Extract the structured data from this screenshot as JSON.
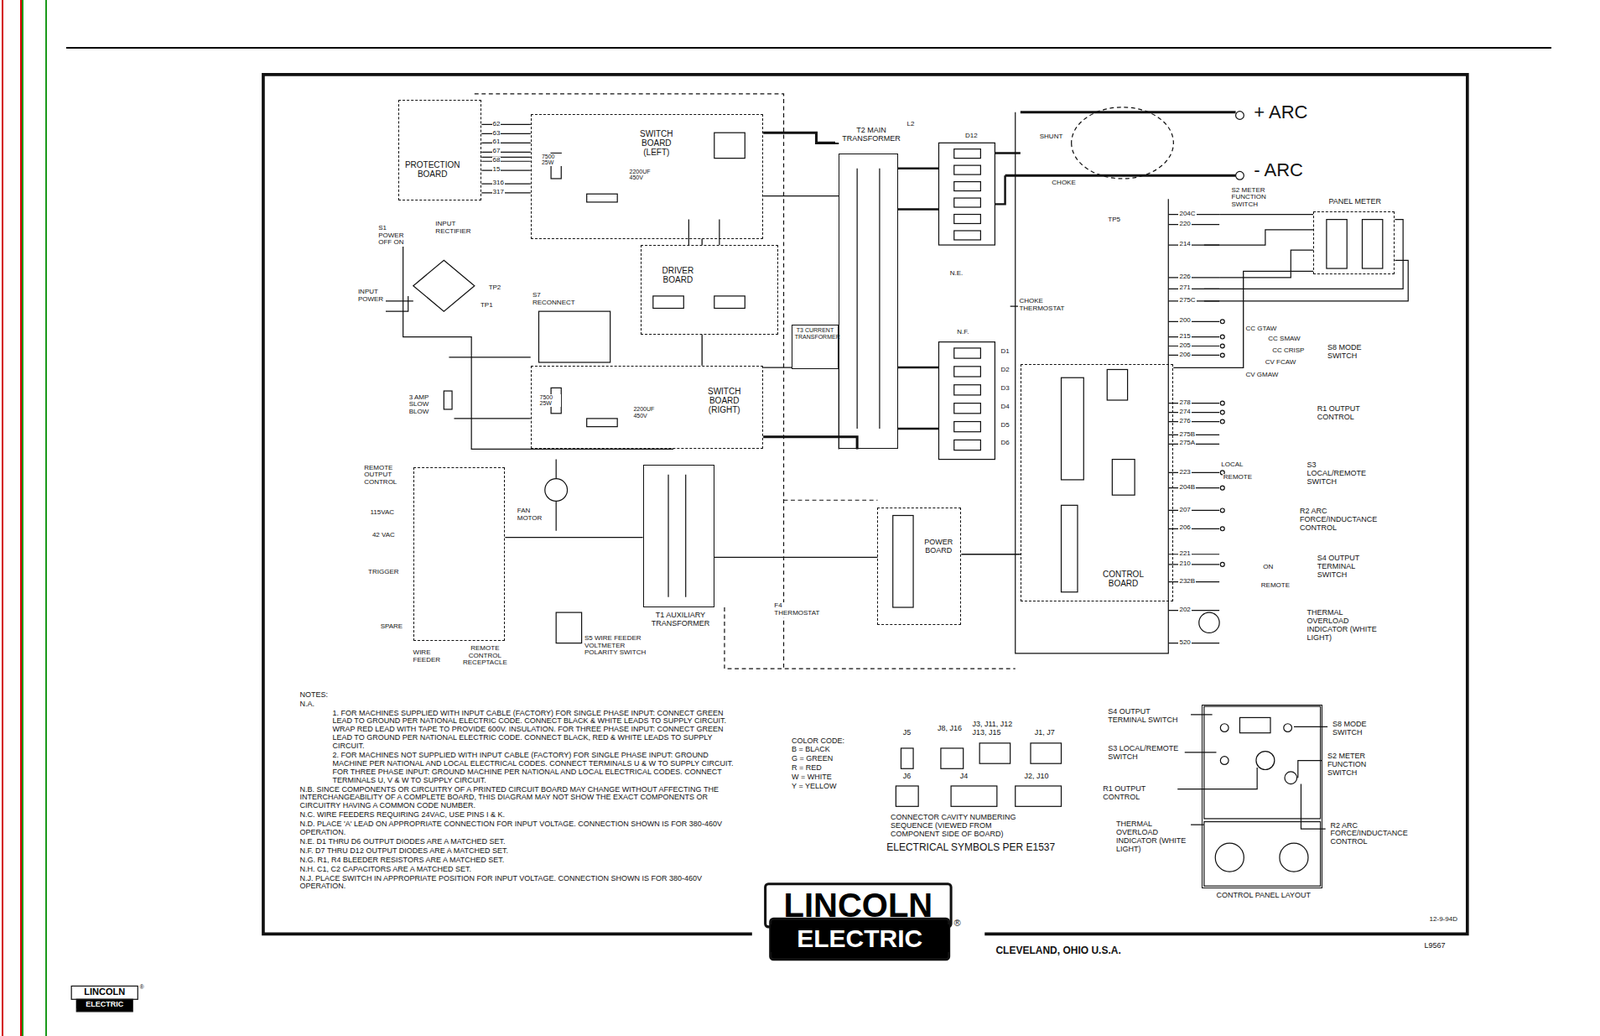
{
  "diagram": {
    "nodes": [
      {
        "text": [
          "PROTECTION BOARD"
        ]
      },
      {
        "text": [
          "SWITCH BOARD (LEFT)"
        ]
      },
      {
        "text": [
          "DRIVER BOARD"
        ]
      },
      {
        "text": [
          "SWITCH BOARD (RIGHT)"
        ]
      },
      {
        "text": [
          "T3 CURRENT TRANSFORMER"
        ]
      },
      {
        "text": [
          "T2 MAIN TRANSFORMER"
        ]
      },
      {
        "text": [
          "POWER BOARD"
        ]
      },
      {
        "text": [
          "T1 AUXILIARY TRANSFORMER"
        ]
      },
      {
        "text": [
          "CONTROL BOARD"
        ]
      },
      {
        "text": [
          "PANEL METER"
        ]
      },
      {
        "text": [
          "REMOTE CONTROL RECEPTACLE"
        ]
      },
      {
        "text": [
          "CONTROL PANEL LAYOUT"
        ]
      }
    ],
    "edges": [
      {
        "from": 0,
        "to": 1,
        "arrow": "none"
      },
      {
        "from": 2,
        "to": 1,
        "arrow": "none"
      },
      {
        "from": 2,
        "to": 3,
        "arrow": "none"
      },
      {
        "from": 1,
        "to": 5,
        "arrow": "none"
      },
      {
        "from": 3,
        "to": 4,
        "arrow": "none"
      },
      {
        "from": 4,
        "to": 5,
        "arrow": "none"
      },
      {
        "from": 6,
        "to": 8,
        "arrow": "none"
      },
      {
        "from": 8,
        "to": 9,
        "arrow": "none"
      },
      {
        "from": 7,
        "to": 10,
        "arrow": "none"
      },
      {
        "from": 7,
        "to": 6,
        "arrow": "none"
      }
    ],
    "labels": [
      "+ ARC",
      "- ARC",
      "SHUNT",
      "CHOKE",
      "TP5",
      "S2 METER FUNCTION SWITCH",
      "CHOKE THERMOSTAT",
      "CC GTAW",
      "CC SMAW",
      "CC CRISP",
      "CV FCAW",
      "CV GMAW",
      "S8 MODE SWITCH",
      "R1 OUTPUT CONTROL",
      "LOCAL",
      "REMOTE",
      "S3 LOCAL/REMOTE SWITCH",
      "R2 ARC FORCE/INDUCTANCE CONTROL",
      "ON",
      "REMOTE",
      "S4 OUTPUT TERMINAL SWITCH",
      "THERMAL OVERLOAD INDICATOR (WHITE LIGHT)",
      "S1 POWER OFF ON",
      "INPUT RECTIFIER",
      "INPUT POWER",
      "TP1",
      "TP2",
      "S7 RECONNECT",
      "3 AMP SLOW BLOW",
      "REMOTE OUTPUT CONTROL",
      "115VAC",
      "42 VAC",
      "TRIGGER",
      "SPARE",
      "WIRE FEEDER",
      "FAN MOTOR",
      "S5 WIRE FEEDER VOLTMETER POLARITY SWITCH",
      "F4 THERMOSTAT",
      "N.E.",
      "N.F.",
      "L2",
      "D12",
      "D1",
      "D2",
      "D3",
      "D4",
      "D5",
      "D6",
      "7500 25W",
      "7500 25W",
      "2200UF 450V",
      "2200UF 450V",
      "62",
      "63",
      "61",
      "67",
      "68",
      "15",
      "316",
      "317",
      "204C",
      "220",
      "214",
      "226",
      "271",
      "275C",
      "200",
      "215",
      "205",
      "206",
      "278",
      "274",
      "276",
      "275B",
      "275A",
      "223",
      "204B",
      "207",
      "206",
      "221",
      "210",
      "232B",
      "202",
      "520",
      "J5",
      "J8, J16",
      "J3, J11, J12 J13, J15",
      "J1, J7",
      "J6",
      "J4",
      "J2, J10",
      "CONNECTOR CAVITY NUMBERING SEQUENCE (VIEWED FROM COMPONENT SIDE OF BOARD)",
      "ELECTRICAL SYMBOLS PER E1537",
      "S4 OUTPUT TERMINAL SWITCH",
      "S3 LOCAL/REMOTE SWITCH",
      "R1 OUTPUT CONTROL",
      "THERMAL OVERLOAD INDICATOR (WHITE LIGHT)",
      "S8 MODE SWITCH",
      "S2 METER FUNCTION SWITCH",
      "R2 ARC FORCE/INDUCTANCE CONTROL",
      "12-9-94D",
      "CLEVELAND, OHIO U.S.A.",
      "L9567",
      "LINCOLN",
      "®",
      "ELECTRIC",
      "LINCOLN",
      "®",
      "ELECTRIC",
      "NOTES:",
      "N.A.",
      "1. FOR MACHINES SUPPLIED WITH INPUT CABLE (FACTORY) FOR SINGLE PHASE INPUT: CONNECT GREEN LEAD TO GROUND PER NATIONAL ELECTRIC CODE. CONNECT BLACK & WHITE LEADS TO SUPPLY CIRCUIT. WRAP RED LEAD WITH TAPE TO PROVIDE 600V. INSULATION. FOR THREE PHASE INPUT: CONNECT GREEN LEAD TO GROUND PER NATIONAL ELECTRIC CODE. CONNECT BLACK, RED & WHITE LEADS TO SUPPLY CIRCUIT.",
      "2. FOR MACHINES NOT SUPPLIED WITH INPUT CABLE (FACTORY) FOR SINGLE PHASE INPUT: GROUND MACHINE PER NATIONAL AND LOCAL ELECTRICAL CODES. CONNECT TERMINALS U & W TO SUPPLY CIRCUIT. FOR THREE PHASE INPUT: GROUND MACHINE PER NATIONAL AND LOCAL ELECTRICAL CODES. CONNECT TERMINALS U, V & W TO SUPPLY CIRCUIT.",
      "N.B. SINCE COMPONENTS OR CIRCUITRY OF A PRINTED CIRCUIT BOARD MAY CHANGE WITHOUT AFFECTING THE INTERCHANGEABILITY OF A COMPLETE BOARD, THIS DIAGRAM MAY NOT SHOW THE EXACT COMPONENTS OR CIRCUITRY HAVING A COMMON CODE NUMBER.",
      "N.C. WIRE FEEDERS REQUIRING 24VAC, USE PINS I & K.",
      "N.D. PLACE 'A' LEAD ON APPROPRIATE CONNECTION FOR INPUT VOLTAGE. CONNECTION SHOWN IS FOR 380-460V OPERATION.",
      "N.E. D1 THRU D6 OUTPUT DIODES ARE A MATCHED SET.",
      "N.F. D7 THRU D12 OUTPUT DIODES ARE A MATCHED SET.",
      "N.G. R1, R4 BLEEDER RESISTORS ARE A MATCHED SET.",
      "N.H. C1, C2 CAPACITORS ARE A MATCHED SET.",
      "N.J. PLACE SWITCH IN APPROPRIATE POSITION FOR INPUT VOLTAGE. CONNECTION SHOWN IS FOR 380-460V OPERATION.",
      "COLOR CODE:",
      "B = BLACK",
      "G = GREEN",
      "R = RED",
      "W = WHITE",
      "Y = YELLOW"
    ]
  }
}
